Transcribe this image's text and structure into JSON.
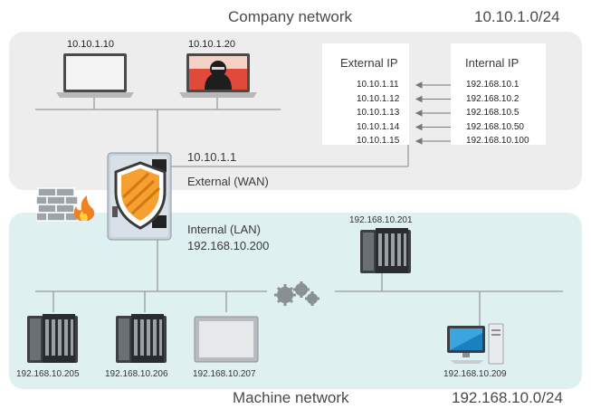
{
  "company_network": {
    "title": "Company network",
    "subnet": "10.10.1.0/24"
  },
  "machine_network": {
    "title": "Machine network",
    "subnet": "192.168.10.0/24"
  },
  "company_devices": [
    {
      "ip": "10.10.1.10",
      "icon": "laptop-icon"
    },
    {
      "ip": "10.10.1.20",
      "icon": "hacker-laptop-icon"
    }
  ],
  "nat_table": {
    "external_header": "External IP",
    "internal_header": "Internal IP",
    "rows": [
      {
        "external": "10.10.1.11",
        "internal": "192.168.10.1"
      },
      {
        "external": "10.10.1.12",
        "internal": "192.168.10.2"
      },
      {
        "external": "10.10.1.13",
        "internal": "192.168.10.5"
      },
      {
        "external": "10.10.1.14",
        "internal": "192.168.10.50"
      },
      {
        "external": "10.10.1.15",
        "internal": "192.168.10.100"
      }
    ]
  },
  "router": {
    "wan_ip": "10.10.1.1",
    "wan_label": "External (WAN)",
    "lan_label": "Internal (LAN)",
    "lan_ip": "192.168.10.200",
    "icon": "security-router-icon"
  },
  "firewall": {
    "icon": "firewall-icon"
  },
  "gears": {
    "icon": "gears-icon"
  },
  "machine_devices": [
    {
      "ip": "192.168.10.205",
      "icon": "plc-icon"
    },
    {
      "ip": "192.168.10.206",
      "icon": "plc-icon"
    },
    {
      "ip": "192.168.10.207",
      "icon": "hmi-panel-icon"
    },
    {
      "ip": "192.168.10.201",
      "icon": "plc-icon"
    },
    {
      "ip": "192.168.10.209",
      "icon": "desktop-pc-icon"
    }
  ],
  "colors": {
    "company_zone": "#ededed",
    "machine_zone": "#dff0f0",
    "shield_orange": "#f5a030",
    "wire": "#9a9a9a"
  }
}
